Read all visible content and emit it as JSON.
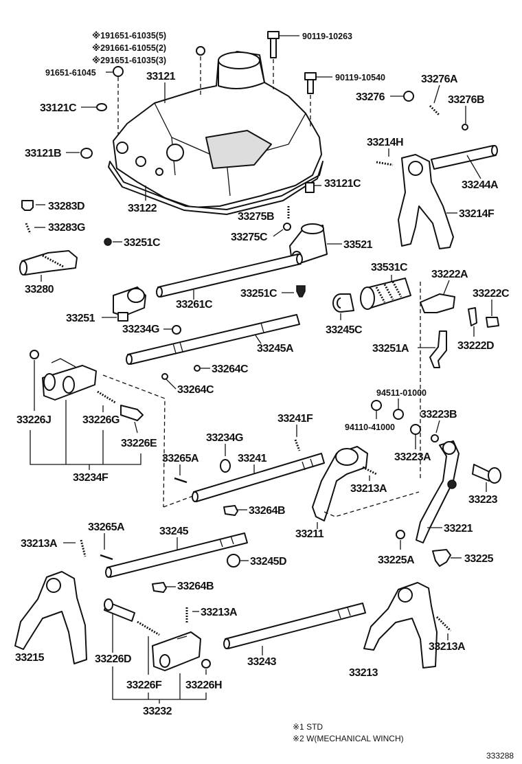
{
  "labels": {
    "cover_bolt_a": "90119-10263",
    "cover_bolt_b": "90119-10540",
    "note_191651": "※191651-61035(5)",
    "note_291661": "※291661-61055(2)",
    "note_291651": "※291651-61035(3)",
    "bolt_91651": "91651-61045",
    "p33121": "33121",
    "p33121C_a": "33121C",
    "p33121B": "33121B",
    "p33122": "33122",
    "p33121C_b": "33121C",
    "p33276A": "33276A",
    "p33276": "33276",
    "p33276B": "33276B",
    "p33214H": "33214H",
    "p33244A": "33244A",
    "p33214F": "33214F",
    "p33283D": "33283D",
    "p33283G": "33283G",
    "p33251C_a": "33251C",
    "p33280": "33280",
    "p33275B": "33275B",
    "p33275C": "33275C",
    "p33521": "33521",
    "p33531C": "33531C",
    "p33222A": "33222A",
    "p33222C": "33222C",
    "p33261C": "33261C",
    "p33251C_b": "33251C",
    "p33251": "33251",
    "p33234G_a": "33234G",
    "p33245C": "33245C",
    "p33222D": "33222D",
    "p33245A": "33245A",
    "p33251A": "33251A",
    "p33264C_a": "33264C",
    "p33264C_b": "33264C",
    "p94511": "94511-01000",
    "p94110": "94110-41000",
    "p33223B": "33223B",
    "p33226J": "33226J",
    "p33226G": "33226G",
    "p33226E": "33226E",
    "p33241F": "33241F",
    "p33234G_b": "33234G",
    "p33223A": "33223A",
    "p33265A_a": "33265A",
    "p33241": "33241",
    "p33213A_a": "33213A",
    "p33223": "33223",
    "p33234F": "33234F",
    "p33264B_a": "33264B",
    "p33211": "33211",
    "p33221": "33221",
    "p33213A_b": "33213A",
    "p33265A_b": "33265A",
    "p33245": "33245",
    "p33245D": "33245D",
    "p33225A": "33225A",
    "p33225": "33225",
    "p33264B_b": "33264B",
    "p33213A_c": "33213A",
    "p33215": "33215",
    "p33226D": "33226D",
    "p33243": "33243",
    "p33213": "33213",
    "p33213A_d": "33213A",
    "p33226F": "33226F",
    "p33226H": "33226H",
    "p33232": "33232"
  },
  "footnotes": {
    "n1": "※1 STD",
    "n2": "※2 W(MECHANICAL WINCH)"
  },
  "figure_id": "333288"
}
